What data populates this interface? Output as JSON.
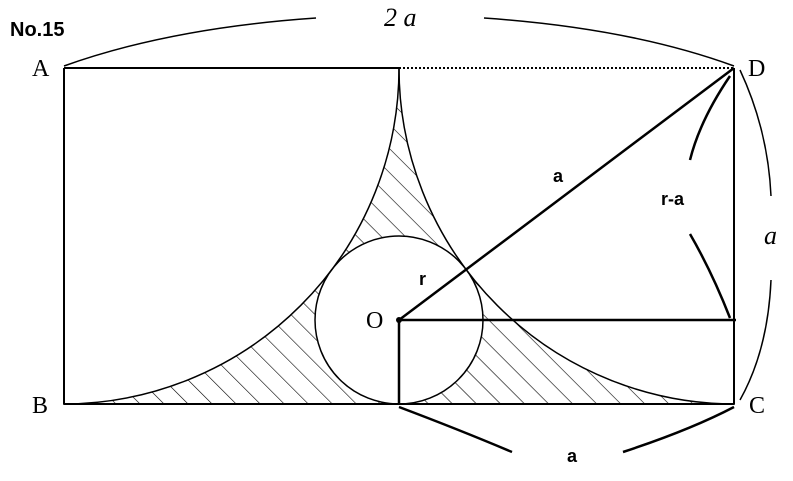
{
  "problem_number": "No.15",
  "points": {
    "A": "A",
    "B": "B",
    "C": "C",
    "D": "D",
    "O": "O"
  },
  "dimensions": {
    "top_width": "2 a",
    "right_height": "a",
    "bottom_width": "a"
  },
  "segment_labels": {
    "OD": "a",
    "radius": "r",
    "right_gap": "r-a"
  },
  "style": {
    "line_color": "#000000",
    "background": "#ffffff"
  }
}
